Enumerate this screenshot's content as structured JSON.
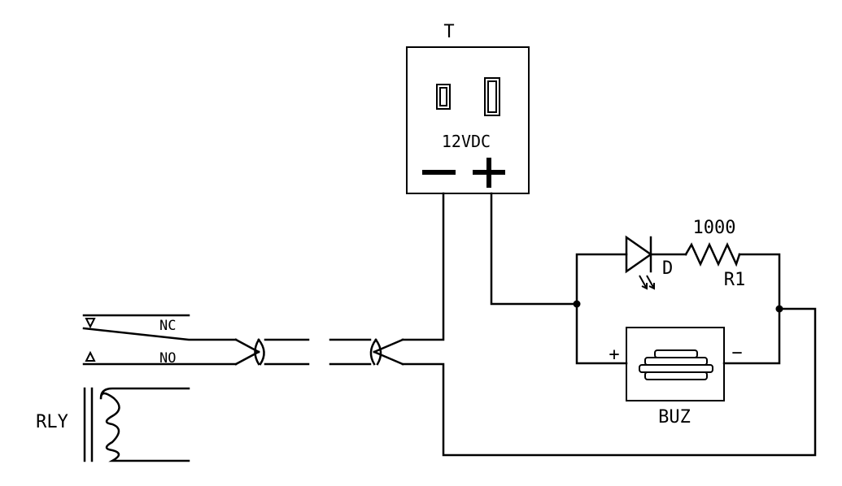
{
  "transformer": {
    "designator": "T",
    "voltage_label": "12VDC",
    "minus_symbol": "−",
    "plus_symbol": "+"
  },
  "led": {
    "designator": "D"
  },
  "resistor": {
    "value": "1000",
    "designator": "R1"
  },
  "buzzer": {
    "designator": "BUZ",
    "plus_symbol": "+",
    "minus_symbol": "−"
  },
  "relay": {
    "designator": "RLY",
    "nc_label": "NC",
    "no_label": "NO"
  }
}
